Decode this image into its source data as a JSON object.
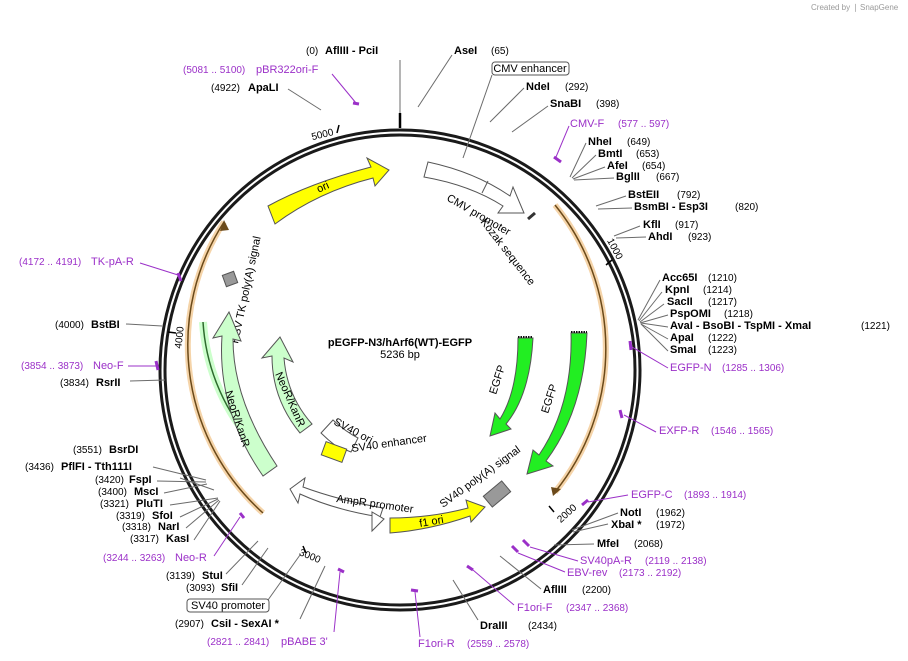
{
  "map": {
    "name": "pEGFP-N3/hArf6(WT)-EGFP",
    "length": "5236 bp"
  },
  "branding": {
    "created_by": "Created by",
    "app": "SnapGene"
  },
  "ticks": [
    "1000",
    "2000",
    "3000",
    "4000",
    "5000"
  ],
  "features": {
    "ori": "ori",
    "cmv_promoter": "CMV promoter",
    "kozak": "Kozak sequence",
    "hsv_tk": "HSV TK poly(A) signal",
    "neor_inner": "NeoR/KanR",
    "neor_outer": "NeoR/KanR",
    "sv40_ori": "SV40 ori",
    "sv40_enh": "SV40 enhancer",
    "ampr": "AmpR promoter",
    "f1ori": "f1 ori",
    "sv40_polya": "SV40 poly(A) signal",
    "egfp_inner": "EGFP",
    "egfp_outer": "EGFP"
  },
  "boxed": {
    "cmv_enhancer": "CMV enhancer",
    "sv40_promoter": "SV40 promoter"
  },
  "sites": {
    "afliii_pcii": {
      "pos": "(0)",
      "name": "AflIII  - PciI"
    },
    "asei": {
      "name": "AseI",
      "pos": "(65)"
    },
    "ndei": {
      "name": "NdeI",
      "pos": "(292)"
    },
    "snabi": {
      "name": "SnaBI",
      "pos": "(398)"
    },
    "nhei": {
      "name": "NheI",
      "pos": "(649)"
    },
    "bmti": {
      "name": "BmtI",
      "pos": "(653)"
    },
    "afei": {
      "name": "AfeI",
      "pos": "(654)"
    },
    "bglii": {
      "name": "BglII",
      "pos": "(667)"
    },
    "bsteii": {
      "name": "BstEII",
      "pos": "(792)"
    },
    "bsmbi": {
      "name": "BsmBI  - Esp3I",
      "pos": "(820)"
    },
    "kfli": {
      "name": "KflI",
      "pos": "(917)"
    },
    "ahdi": {
      "name": "AhdI",
      "pos": "(923)"
    },
    "acc65i": {
      "name": "Acc65I",
      "pos": "(1210)"
    },
    "kpni": {
      "name": "KpnI",
      "pos": "(1214)"
    },
    "sacii": {
      "name": "SacII",
      "pos": "(1217)"
    },
    "pspomi": {
      "name": "PspOMI",
      "pos": "(1218)"
    },
    "avai": {
      "name": "AvaI  - BsoBI  - TspMI  - XmaI",
      "pos": "(1221)"
    },
    "apai": {
      "name": "ApaI",
      "pos": "(1222)"
    },
    "smai": {
      "name": "SmaI",
      "pos": "(1223)"
    },
    "noti": {
      "name": "NotI",
      "pos": "(1962)"
    },
    "xbai": {
      "name": "XbaI *",
      "pos": "(1972)"
    },
    "mfei": {
      "name": "MfeI",
      "pos": "(2068)"
    },
    "afliii2": {
      "name": "AflIII",
      "pos": "(2200)"
    },
    "draiii": {
      "name": "DraIII",
      "pos": "(2434)"
    },
    "apali": {
      "pos": "(4922)",
      "name": "ApaLI"
    },
    "bstbi": {
      "pos": "(4000)",
      "name": "BstBI"
    },
    "rsrii": {
      "pos": "(3834)",
      "name": "RsrII"
    },
    "bsrdi": {
      "pos": "(3551)",
      "name": "BsrDI"
    },
    "pflfi": {
      "pos": "(3436)",
      "name": "PflFI  - Tth111I"
    },
    "fspi": {
      "pos": "(3420)",
      "name": "FspI"
    },
    "msci": {
      "pos": "(3400)",
      "name": "MscI"
    },
    "pluti": {
      "pos": "(3321)",
      "name": "PluTI"
    },
    "sfoi": {
      "pos": "(3319)",
      "name": "SfoI"
    },
    "nari": {
      "pos": "(3318)",
      "name": "NarI"
    },
    "kasi": {
      "pos": "(3317)",
      "name": "KasI"
    },
    "stui": {
      "pos": "(3139)",
      "name": "StuI"
    },
    "sfii": {
      "pos": "(3093)",
      "name": "SfiI"
    },
    "csii": {
      "pos": "(2907)",
      "name": "CsiI  - SexAI *"
    }
  },
  "primers": {
    "pbr322": {
      "range": "(5081 .. 5100)",
      "name": "pBR322ori-F"
    },
    "cmvf": {
      "name": "CMV-F",
      "range": "(577 .. 597)"
    },
    "tkpa": {
      "range": "(4172 .. 4191)",
      "name": "TK-pA-R"
    },
    "neof": {
      "range": "(3854 .. 3873)",
      "name": "Neo-F"
    },
    "egfpn": {
      "name": "EGFP-N",
      "range": "(1285 .. 1306)"
    },
    "exfpr": {
      "name": "EXFP-R",
      "range": "(1546 .. 1565)"
    },
    "egfpc": {
      "name": "EGFP-C",
      "range": "(1893 .. 1914)"
    },
    "sv40par": {
      "name": "SV40pA-R",
      "range": "(2119 .. 2138)"
    },
    "ebvrev": {
      "name": "EBV-rev",
      "range": "(2173 .. 2192)"
    },
    "f1orif": {
      "name": "F1ori-F",
      "range": "(2347 .. 2368)"
    },
    "f1orir": {
      "name": "F1ori-R",
      "range": "(2559 .. 2578)"
    },
    "neor": {
      "range": "(3244 .. 3263)",
      "name": "Neo-R"
    },
    "pbabe": {
      "range": "(2821 .. 2841)",
      "name": "pBABE 3'"
    }
  },
  "colors": {
    "egfp": "#22ee22",
    "ori": "#ffff00",
    "neor": "#ccffcc",
    "orange": "#e8a040",
    "primer": "#9b30c8",
    "backbone": "#1a1a1a",
    "terminator": "#999999"
  }
}
